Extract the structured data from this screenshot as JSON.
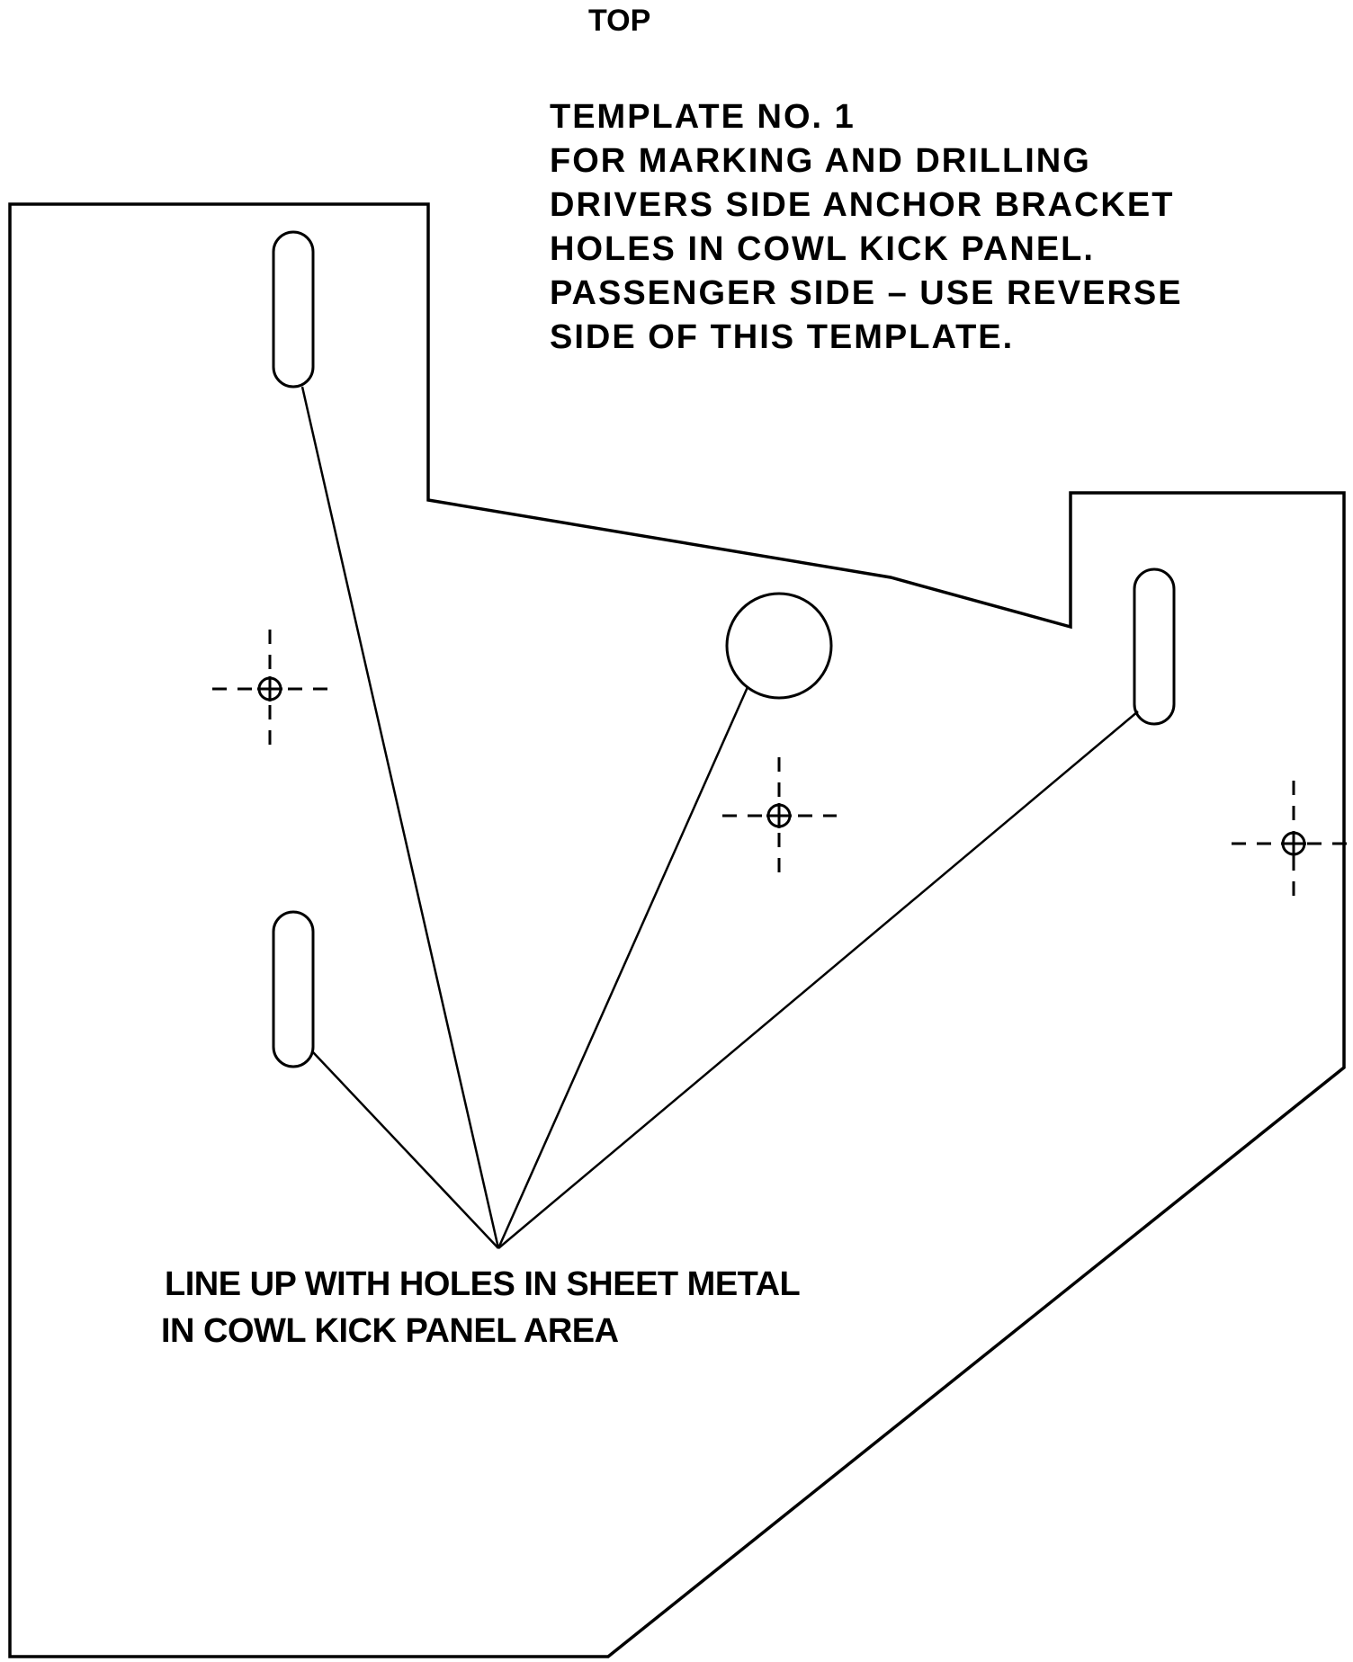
{
  "orientation_label": "TOP",
  "template_instructions": [
    "TEMPLATE NO. 1",
    "FOR MARKING AND DRILLING",
    "DRIVERS SIDE ANCHOR BRACKET",
    "HOLES IN COWL KICK PANEL.",
    "PASSENGER SIDE  –  USE REVERSE",
    "SIDE OF THIS TEMPLATE."
  ],
  "alignment_note": [
    "LINE UP WITH HOLES IN SHEET METAL",
    "IN COWL KICK PANEL AREA"
  ],
  "colors": {
    "ink": "#000000",
    "paper": "#ffffff"
  }
}
